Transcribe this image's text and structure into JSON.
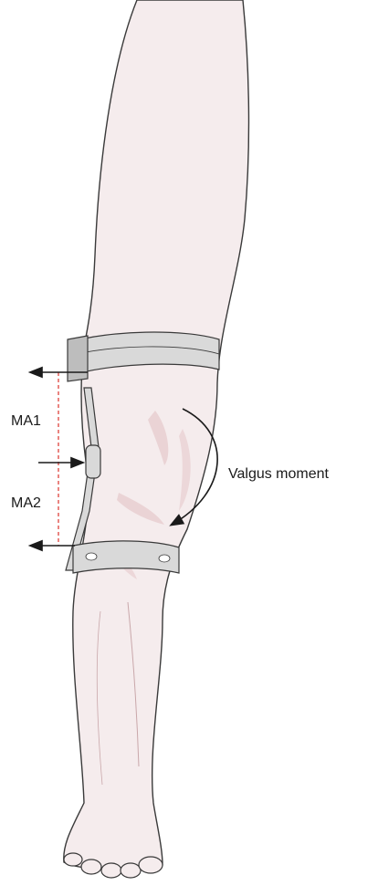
{
  "labels": {
    "ma1": "MA1",
    "ma2": "MA2",
    "valgus": "Valgus moment"
  },
  "colors": {
    "skin": "#f5eced",
    "skin_shadow": "#e6c9cb",
    "outline": "#3a3a3a",
    "brace": "#d9d9d9",
    "brace_dark": "#bdbdbd",
    "dashed": "#e0504a",
    "arrow": "#1a1a1a"
  }
}
